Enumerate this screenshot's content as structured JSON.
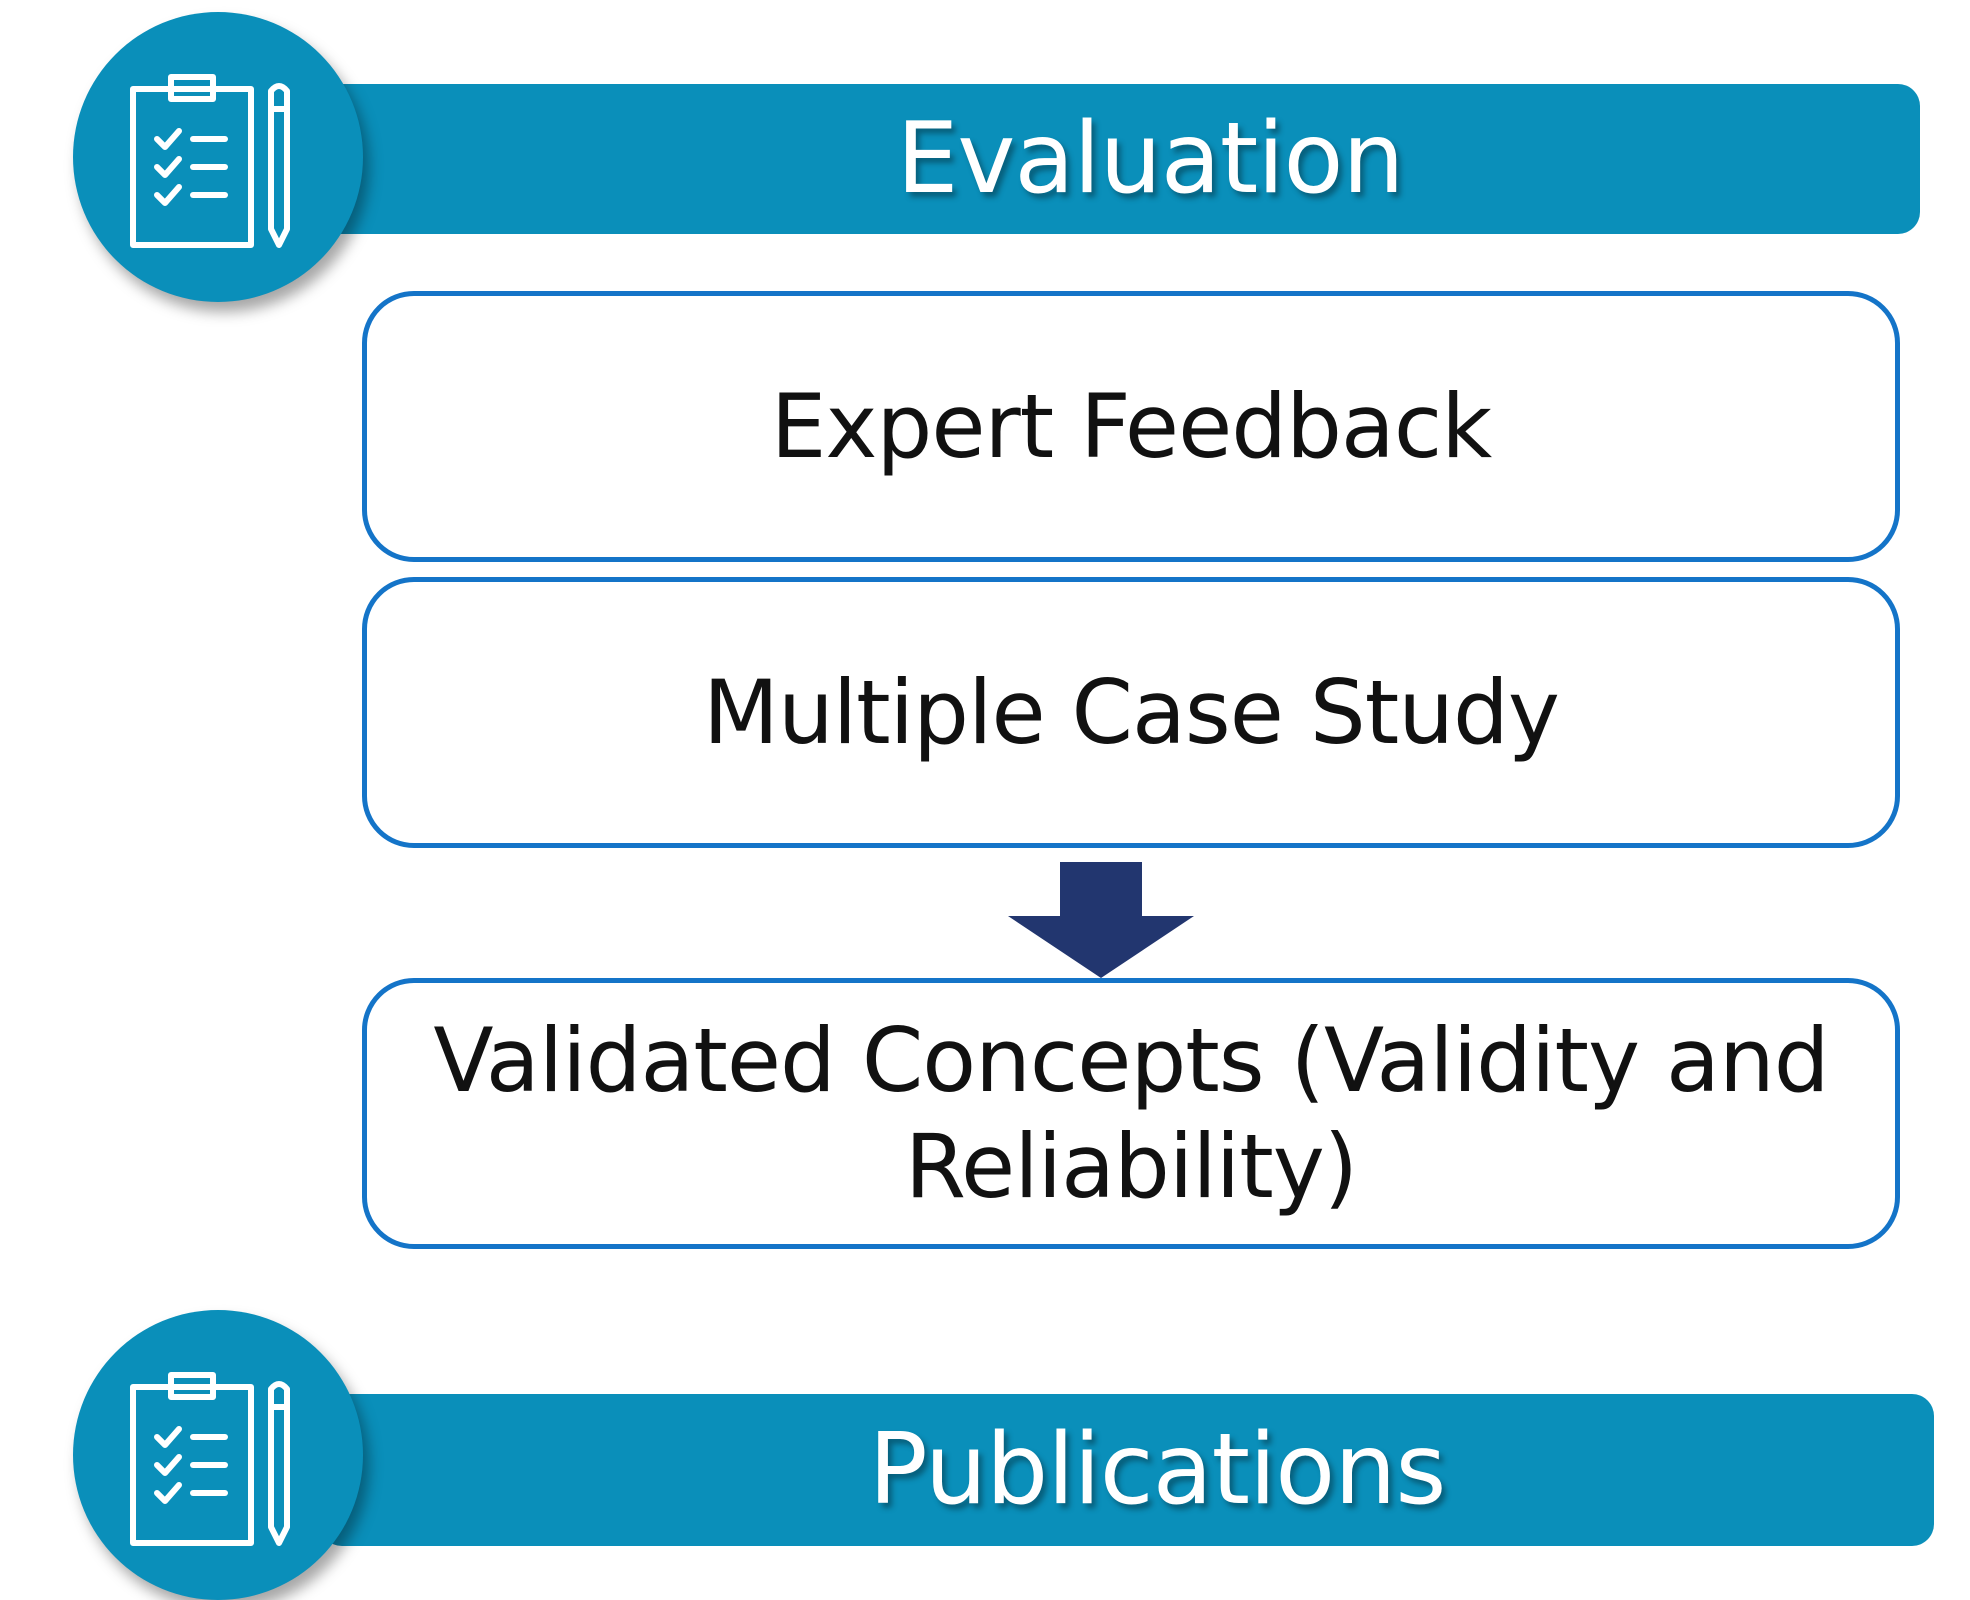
{
  "diagram": {
    "colors": {
      "header_fill": "#0a8fba",
      "box_border": "#1474c8",
      "arrow_fill": "#22366f",
      "header_text": "#ffffff",
      "box_text": "#111111"
    },
    "sections": [
      {
        "title": "Evaluation",
        "icon": "checklist-pencil-icon"
      },
      {
        "title": "Publications",
        "icon": "checklist-pencil-icon"
      }
    ],
    "steps": [
      "Expert Feedback",
      "Multiple Case Study"
    ],
    "arrow": "down-arrow",
    "result": "Validated Concepts (Validity and Reliability)"
  }
}
